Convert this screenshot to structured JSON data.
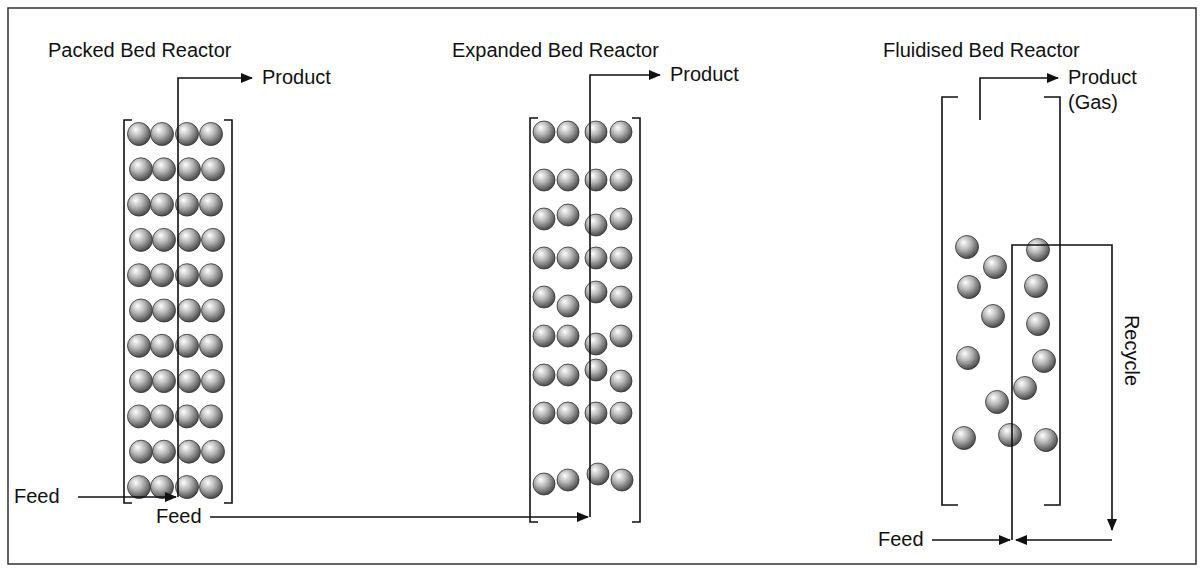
{
  "diagram": {
    "labels": [
      "Packed Bed Reactor",
      "Expanded Bed Reactor",
      "Fluidised Bed Reactor",
      "Product",
      "Product",
      "Product (Gas)",
      "Recycle",
      "Feed",
      "Feed",
      "Feed"
    ]
  }
}
